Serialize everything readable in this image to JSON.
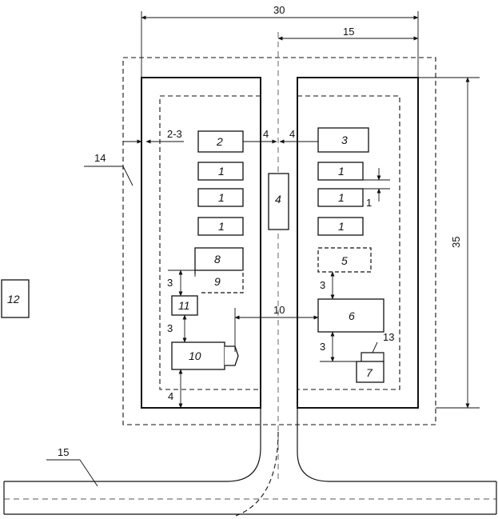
{
  "labels": {
    "b1a": "1",
    "b1b": "1",
    "b1c": "1",
    "b1d": "1",
    "b1e": "1",
    "b1f": "1",
    "b2": "2",
    "b3": "3",
    "b4": "4",
    "b5": "5",
    "b6": "6",
    "b7": "7",
    "b8": "8",
    "b9": "9",
    "b10": "10",
    "b11": "11",
    "b12": "12"
  },
  "dims": {
    "width": "30",
    "half": "15",
    "height": "35",
    "gap_left": "2-3",
    "road_left": "4",
    "road_right": "4",
    "small_1": "1",
    "v3_a": "3",
    "v3_b": "3",
    "v3_c": "3",
    "v3_d": "3",
    "bottom_4": "4",
    "mid_10": "10",
    "lead_13": "13",
    "lead_14": "14",
    "lead_15": "15"
  }
}
